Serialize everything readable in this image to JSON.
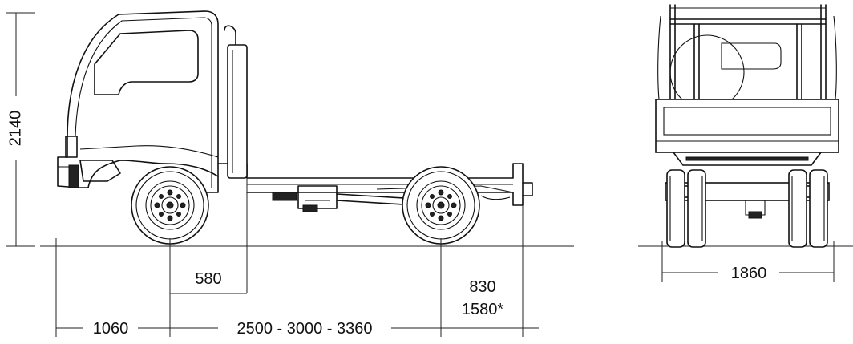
{
  "dimensions": {
    "overall_height": "2140",
    "cab_to_body": "580",
    "front_overhang": "1060",
    "wheelbase": "2500 - 3000 - 3360",
    "rear_overhang": "830",
    "rear_overhang_long": "1580*",
    "track_width": "1860"
  },
  "views": [
    "side-view",
    "rear-view"
  ]
}
